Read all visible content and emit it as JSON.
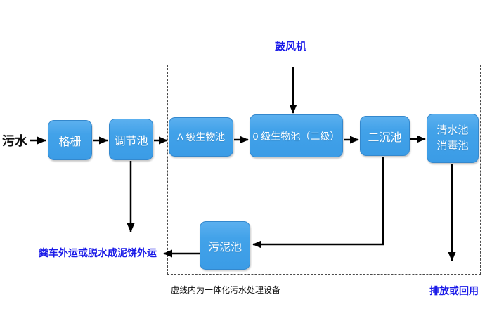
{
  "diagram": {
    "nodes": {
      "grid": "格栅",
      "regulating_tank": "调节池",
      "a_bio_tank": "A 级生物池",
      "o_bio_tank": "0 级生物池（二级）",
      "secondary_sedimentation_tank": "二沉池",
      "clear_water_tank_line1": "清水池",
      "clear_water_tank_line2": "消毒池",
      "sludge_tank": "污泥池"
    },
    "labels": {
      "influent": "污水",
      "blower": "鼓风机",
      "sludge_disposal": "粪车外运或脱水成泥饼外运",
      "discharge": "排放或回用",
      "dashed_box_note": "虚线内为一体化污水处理设备"
    },
    "colors": {
      "box_fill": "#3f9fe8",
      "box_border": "#3488cd",
      "box_text": "#ffffff",
      "blue_text": "#1b1be8",
      "arrow": "#000000",
      "dashed_border": "#4a4a4a",
      "background": "#ffffff"
    }
  }
}
